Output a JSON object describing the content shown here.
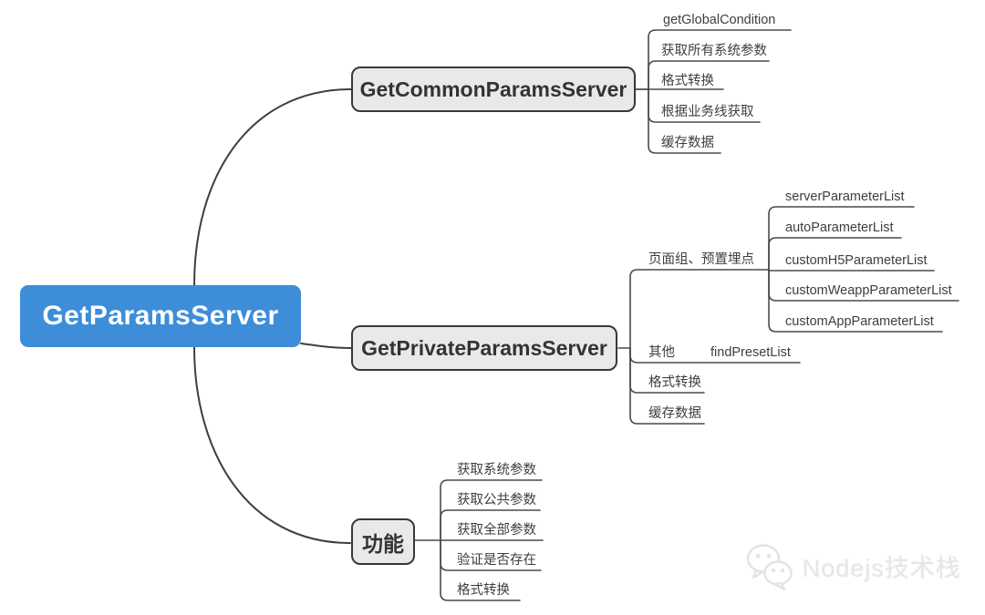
{
  "colors": {
    "root_bg": "#3D8DD9",
    "root_text": "#FFFFFF",
    "branch_bg": "#E9E9E9",
    "branch_border": "#383838",
    "connector_line": "#4A4A4A",
    "leaf_text": "#3E3E3E",
    "watermark_text": "#E6E6E6"
  },
  "root": {
    "label": "GetParamsServer"
  },
  "branches": [
    {
      "label": "GetCommonParamsServer",
      "children": [
        {
          "label": "getGlobalCondition"
        },
        {
          "label": "获取所有系统参数"
        },
        {
          "label": "格式转换"
        },
        {
          "label": "根据业务线获取"
        },
        {
          "label": "缓存数据"
        }
      ]
    },
    {
      "label": "GetPrivateParamsServer",
      "children": [
        {
          "label": "页面组、预置埋点",
          "children": [
            {
              "label": "serverParameterList"
            },
            {
              "label": "autoParameterList"
            },
            {
              "label": "customH5ParameterList"
            },
            {
              "label": "customWeappParameterList"
            },
            {
              "label": "customAppParameterList"
            }
          ]
        },
        {
          "label": "其他",
          "children": [
            {
              "label": "findPresetList"
            }
          ]
        },
        {
          "label": "格式转换"
        },
        {
          "label": "缓存数据"
        }
      ]
    },
    {
      "label": "功能",
      "children": [
        {
          "label": "获取系统参数"
        },
        {
          "label": "获取公共参数"
        },
        {
          "label": "获取全部参数"
        },
        {
          "label": "验证是否存在"
        },
        {
          "label": "格式转换"
        }
      ]
    }
  ],
  "watermark": {
    "label": "Nodejs技术栈",
    "icon": "wechat-icon"
  }
}
